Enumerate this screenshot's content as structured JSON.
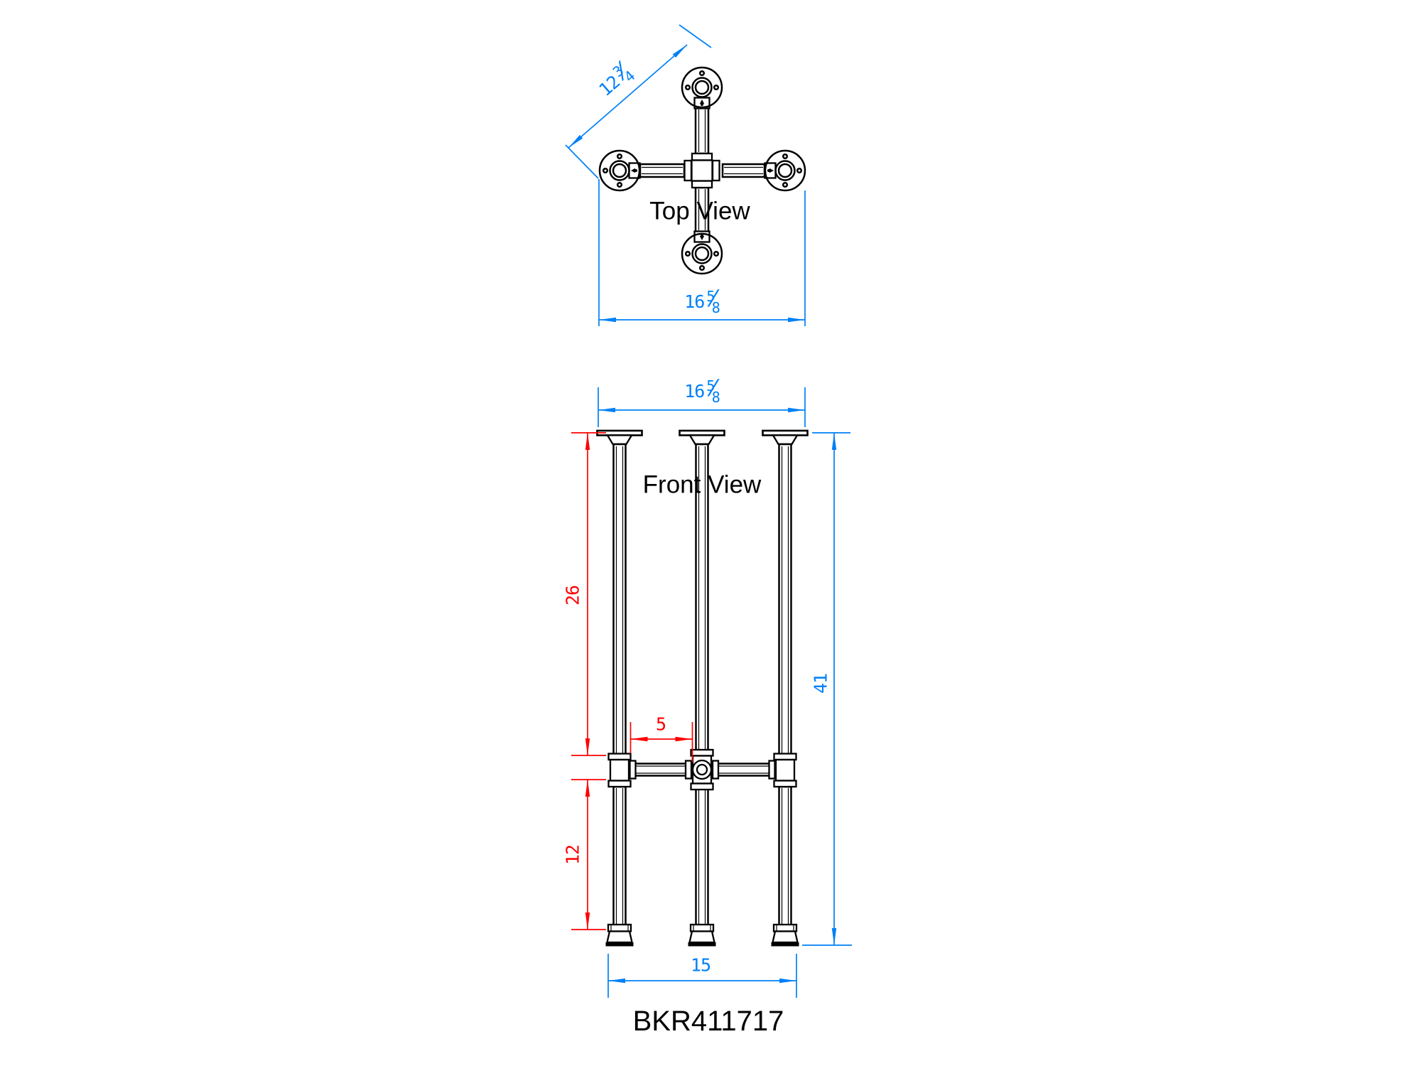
{
  "page": {
    "background": "#ffffff"
  },
  "colors": {
    "dimension_blue": "#0080f8",
    "dimension_red": "#ff0000",
    "drawing_black": "#000000"
  },
  "symbols": {
    "fraction_slash": "⁄"
  },
  "top_view": {
    "label": "Top View",
    "dim_diagonal": {
      "whole": "12",
      "num": "3",
      "den": "4"
    },
    "dim_width": {
      "whole": "16",
      "num": "5",
      "den": "8"
    }
  },
  "front_view": {
    "label": "Front View",
    "dim_width": {
      "whole": "16",
      "num": "5",
      "den": "8"
    },
    "dim_upper_leg": "26",
    "dim_crossbar_offset": "5",
    "dim_lower_leg": "12",
    "dim_overall_height": "41",
    "dim_foot_span": "15"
  },
  "footer": {
    "part_number": "BKR411717"
  }
}
